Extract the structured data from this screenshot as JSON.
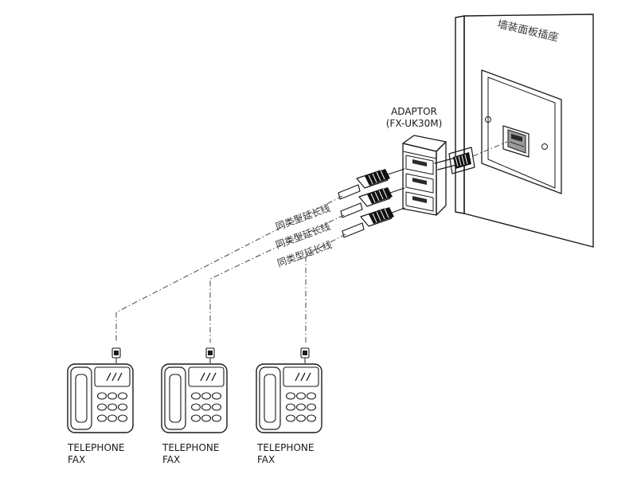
{
  "wall_plate": {
    "label": "墙装面板插座"
  },
  "adaptor": {
    "label_line1": "ADAPTOR",
    "label_line2": "(FX-UK30M)"
  },
  "cables": [
    {
      "label": "同类型延长线"
    },
    {
      "label": "同类型延长线"
    },
    {
      "label": "同类型延长线"
    }
  ],
  "devices": [
    {
      "line1": "TELEPHONE",
      "line2": "FAX"
    },
    {
      "line1": "TELEPHONE",
      "line2": "FAX"
    },
    {
      "line1": "TELEPHONE",
      "line2": "FAX"
    }
  ]
}
